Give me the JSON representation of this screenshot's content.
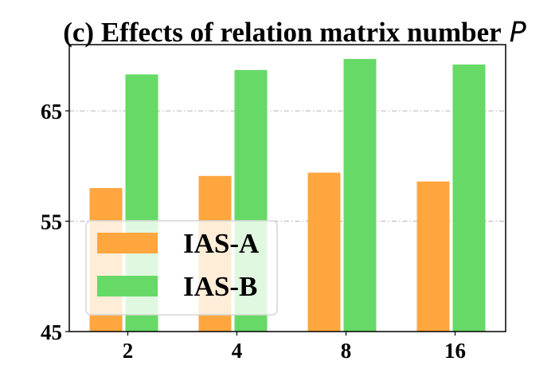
{
  "chart_data": {
    "type": "bar",
    "title": "(c) Effects of relation matrix number",
    "title_variable": "P",
    "xlabel": "",
    "ylabel": "",
    "categories": [
      "2",
      "4",
      "8",
      "16"
    ],
    "series": [
      {
        "name": "IAS-A",
        "color": "#ffa63e",
        "values": [
          58.0,
          59.1,
          59.4,
          58.6
        ]
      },
      {
        "name": "IAS-B",
        "color": "#66d966",
        "values": [
          68.3,
          68.7,
          69.7,
          69.2
        ]
      }
    ],
    "ylim": [
      45,
      71
    ],
    "yticks": [
      45,
      55,
      65
    ],
    "grid": {
      "axis": "y",
      "style": "dash-dot"
    },
    "legend_position": "lower-left"
  }
}
